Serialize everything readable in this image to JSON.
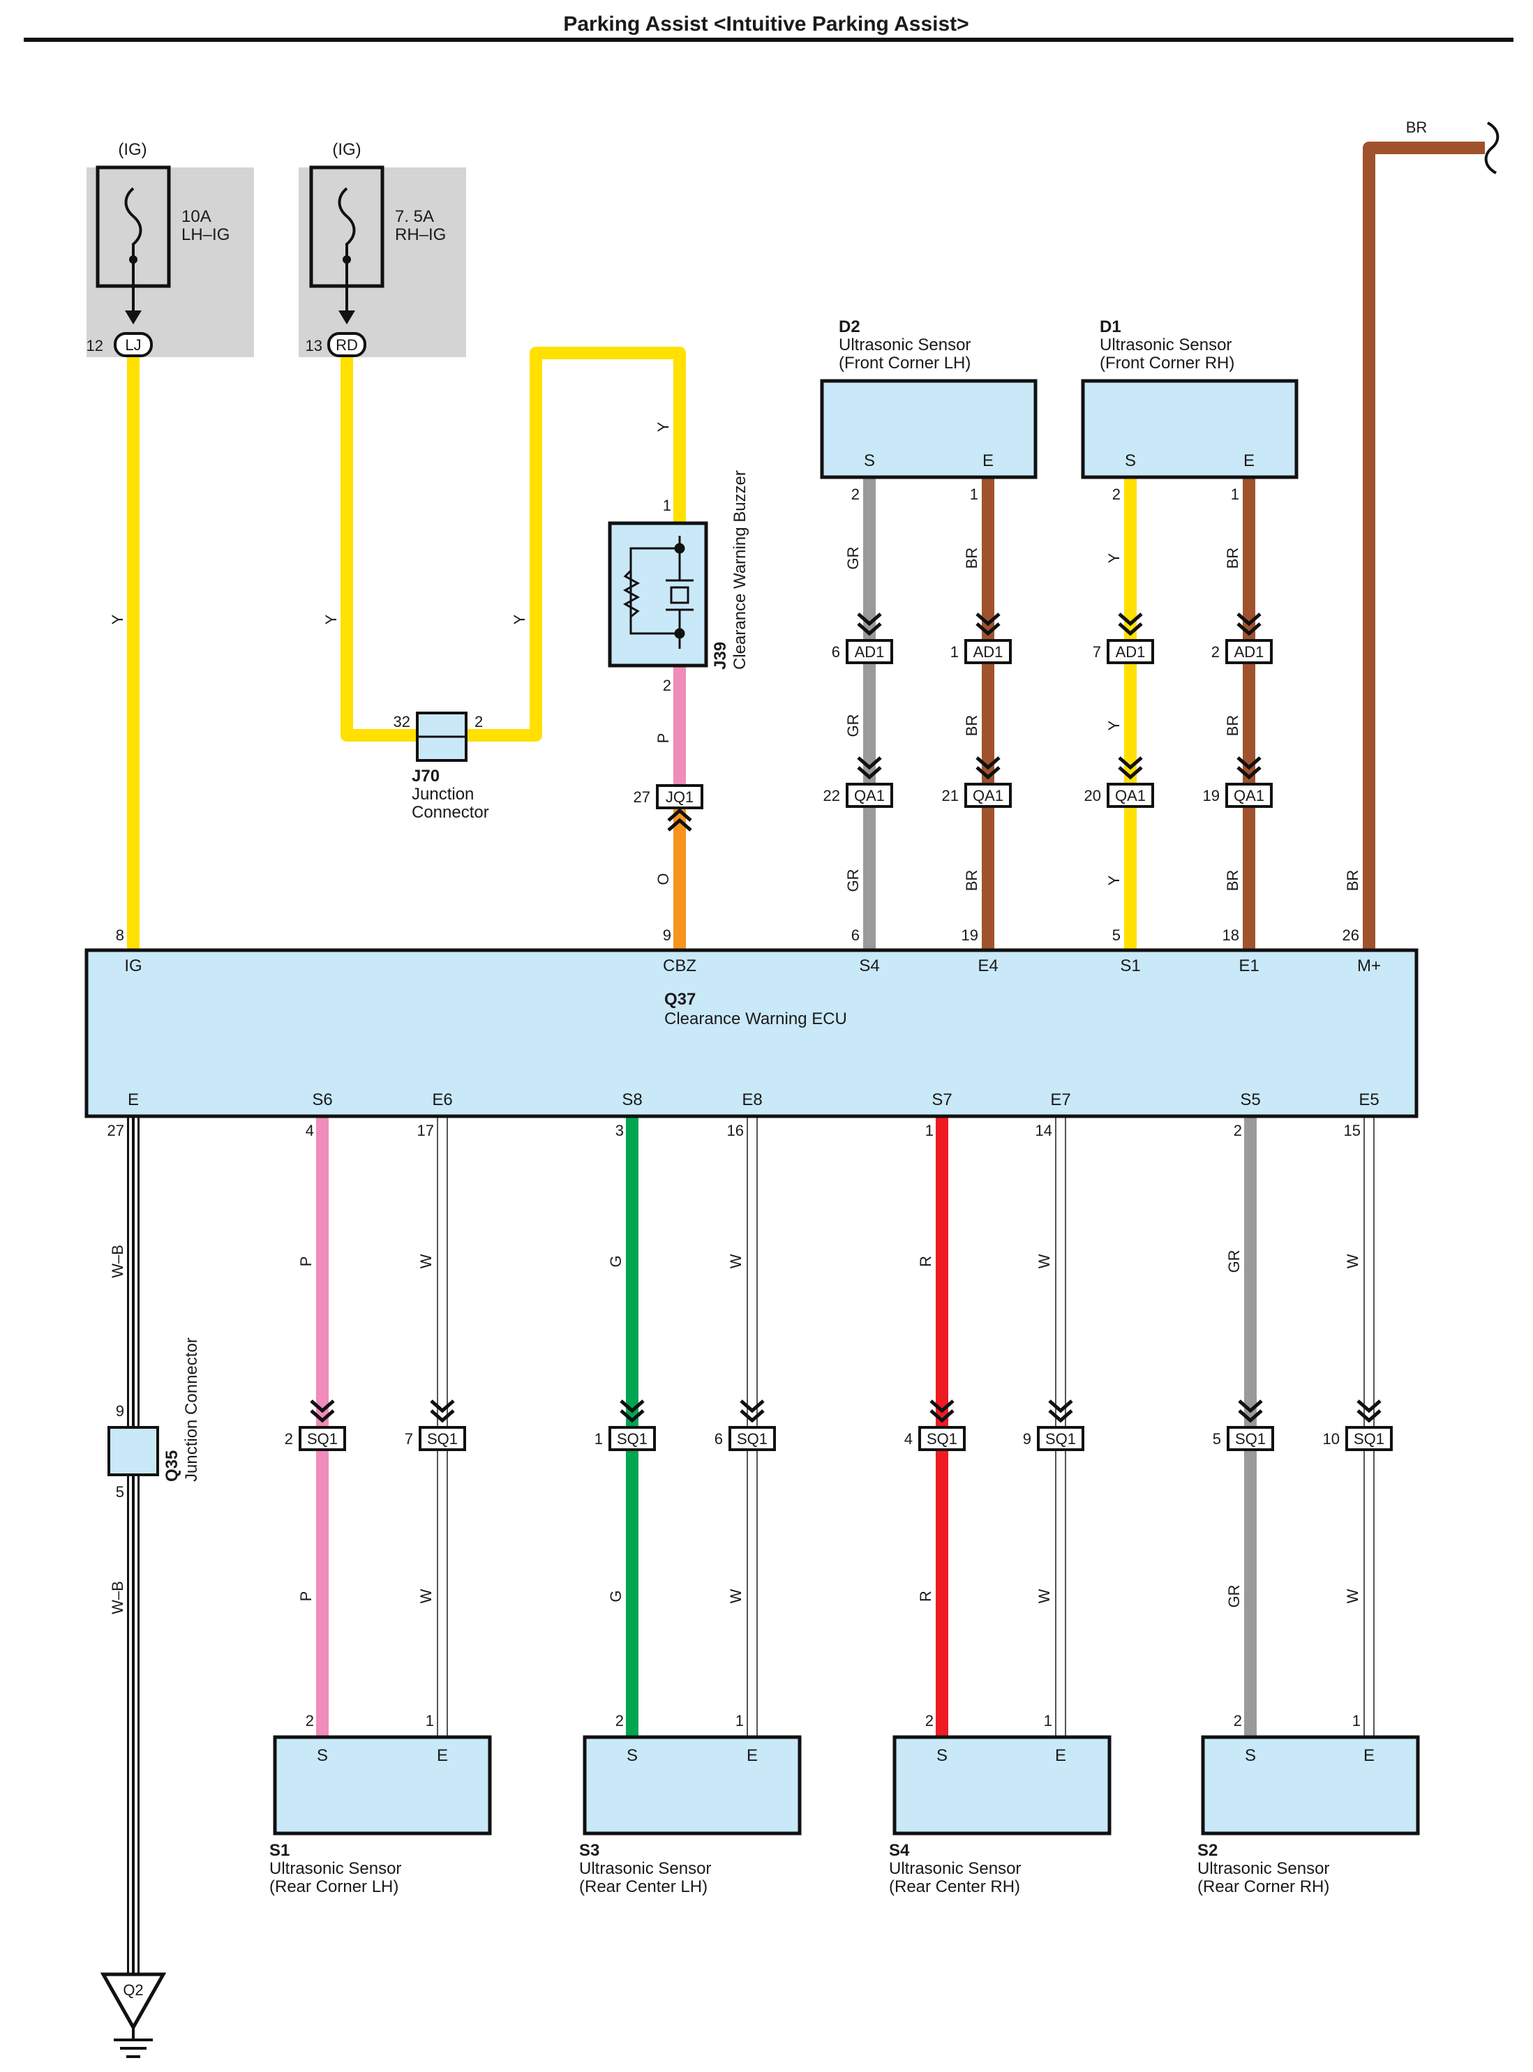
{
  "title": "Parking Assist <Intuitive Parking Assist>",
  "fuses": [
    {
      "supply": "(IG)",
      "rating": "10A",
      "name": "LH–IG",
      "pin": "12",
      "conn": "LJ"
    },
    {
      "supply": "(IG)",
      "rating": "7. 5A",
      "name": "RH–IG",
      "pin": "13",
      "conn": "RD"
    }
  ],
  "ecu": {
    "code": "Q37",
    "name": "Clearance Warning ECU",
    "top_pins": [
      {
        "label": "IG",
        "num": "8"
      },
      {
        "label": "CBZ",
        "num": "9"
      },
      {
        "label": "S4",
        "num": "6"
      },
      {
        "label": "E4",
        "num": "19"
      },
      {
        "label": "S1",
        "num": "5"
      },
      {
        "label": "E1",
        "num": "18"
      },
      {
        "label": "M+",
        "num": "26"
      }
    ],
    "bottom_pins": [
      {
        "label": "E",
        "num": "27"
      },
      {
        "label": "S6",
        "num": "4"
      },
      {
        "label": "E6",
        "num": "17"
      },
      {
        "label": "S8",
        "num": "3"
      },
      {
        "label": "E8",
        "num": "16"
      },
      {
        "label": "S7",
        "num": "1"
      },
      {
        "label": "E7",
        "num": "14"
      },
      {
        "label": "S5",
        "num": "2"
      },
      {
        "label": "E5",
        "num": "15"
      }
    ]
  },
  "buzzer": {
    "code": "J39",
    "name": "Clearance Warning Buzzer",
    "pin1": "1",
    "pin2": "2",
    "conn": "JQ1",
    "conn_pin": "27"
  },
  "j70": {
    "code": "J70",
    "name1": "Junction",
    "name2": "Connector",
    "pin_left": "32",
    "pin_right": "2"
  },
  "q35": {
    "code": "Q35",
    "name": "Junction Connector",
    "pin_top": "9",
    "pin_bottom": "5"
  },
  "ground": {
    "code": "Q2"
  },
  "front_sensors": [
    {
      "code": "D2",
      "name": "Ultrasonic Sensor",
      "location": "(Front Corner LH)",
      "pin_s": "2",
      "pin_e": "1",
      "ad1_s": "6",
      "ad1_e": "1",
      "qa1_s": "22",
      "qa1_e": "21"
    },
    {
      "code": "D1",
      "name": "Ultrasonic Sensor",
      "location": "(Front Corner RH)",
      "pin_s": "2",
      "pin_e": "1",
      "ad1_s": "7",
      "ad1_e": "2",
      "qa1_s": "20",
      "qa1_e": "19"
    }
  ],
  "rear_sensors": [
    {
      "code": "S1",
      "name": "Ultrasonic Sensor",
      "location": "(Rear Corner LH)",
      "pin_s": "2",
      "pin_e": "1",
      "sq1_s": "2",
      "sq1_e": "7"
    },
    {
      "code": "S3",
      "name": "Ultrasonic Sensor",
      "location": "(Rear Center LH)",
      "pin_s": "2",
      "pin_e": "1",
      "sq1_s": "1",
      "sq1_e": "6"
    },
    {
      "code": "S4",
      "name": "Ultrasonic Sensor",
      "location": "(Rear Center RH)",
      "pin_s": "2",
      "pin_e": "1",
      "sq1_s": "4",
      "sq1_e": "9"
    },
    {
      "code": "S2",
      "name": "Ultrasonic Sensor",
      "location": "(Rear Corner RH)",
      "pin_s": "2",
      "pin_e": "1",
      "sq1_s": "5",
      "sq1_e": "10"
    }
  ],
  "terminal_labels": {
    "s": "S",
    "e": "E"
  },
  "connectors": {
    "ad1": "AD1",
    "qa1": "QA1",
    "sq1": "SQ1"
  },
  "wire_codes": {
    "Y": "Y",
    "P": "P",
    "O": "O",
    "GR": "GR",
    "BR": "BR",
    "WB": "W–B",
    "W": "W",
    "G": "G",
    "R": "R"
  },
  "colors": {
    "Y": "#ffe000",
    "P": "#f08cba",
    "O": "#f7941d",
    "GR": "#9a9a9a",
    "BR": "#a0522d",
    "G": "#00a651",
    "R": "#ed1c24",
    "box_fill": "#c9e8f8",
    "fuse_bg": "#d4d4d4"
  }
}
